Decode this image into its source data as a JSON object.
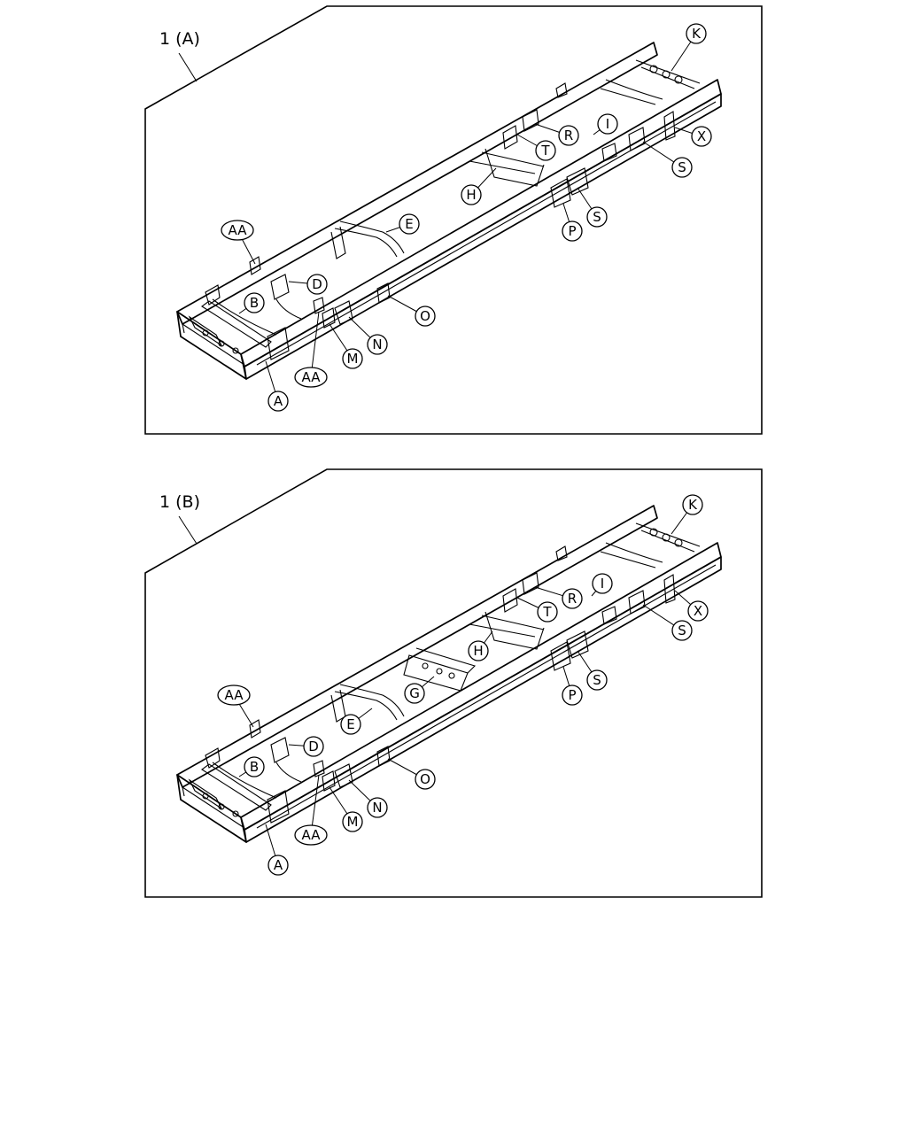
{
  "panels": [
    {
      "title": "1 (A)",
      "callouts": [
        {
          "label": "K"
        },
        {
          "label": "I"
        },
        {
          "label": "R"
        },
        {
          "label": "T"
        },
        {
          "label": "X"
        },
        {
          "label": "S"
        },
        {
          "label": "H"
        },
        {
          "label": "S"
        },
        {
          "label": "P"
        },
        {
          "label": "E"
        },
        {
          "label": "AA"
        },
        {
          "label": "D"
        },
        {
          "label": "B"
        },
        {
          "label": "O"
        },
        {
          "label": "N"
        },
        {
          "label": "M"
        },
        {
          "label": "AA"
        },
        {
          "label": "A"
        }
      ]
    },
    {
      "title": "1 (B)",
      "callouts": [
        {
          "label": "K"
        },
        {
          "label": "I"
        },
        {
          "label": "R"
        },
        {
          "label": "T"
        },
        {
          "label": "X"
        },
        {
          "label": "S"
        },
        {
          "label": "H"
        },
        {
          "label": "S"
        },
        {
          "label": "P"
        },
        {
          "label": "G"
        },
        {
          "label": "E"
        },
        {
          "label": "AA"
        },
        {
          "label": "D"
        },
        {
          "label": "B"
        },
        {
          "label": "O"
        },
        {
          "label": "N"
        },
        {
          "label": "M"
        },
        {
          "label": "AA"
        },
        {
          "label": "A"
        }
      ]
    }
  ]
}
